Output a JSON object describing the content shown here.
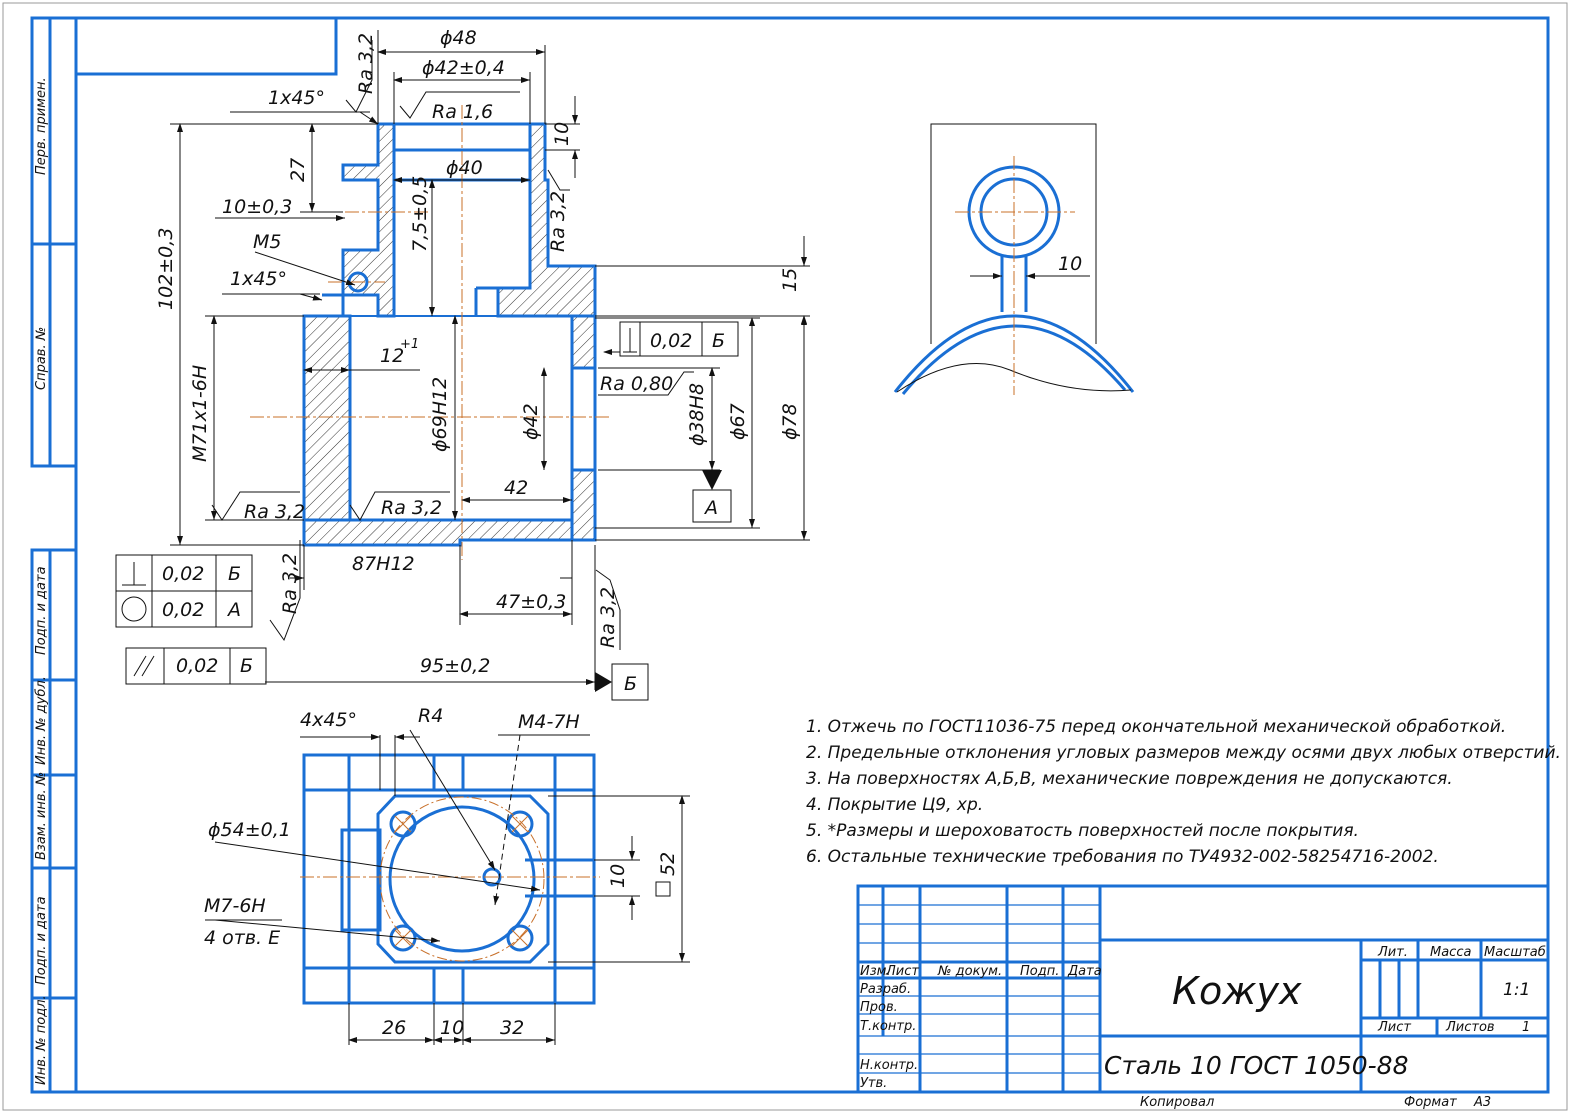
{
  "colors": {
    "outline": "#1a6fd4",
    "ink": "#111111",
    "axis": "#c8702a",
    "hatch": "#333333"
  },
  "side_stamp": [
    "Перв. примен.",
    "Справ. №",
    "Подп. и дата",
    "Инв. № дубл.",
    "Взам. инв. №",
    "Подп. и дата",
    "Инв. № подл."
  ],
  "dims": {
    "d48": "ϕ48",
    "d42tol": "ϕ42±0,4",
    "ra16": "Ra 1,6",
    "ra32_top": "Ra 3,2",
    "ch1": "1x45°",
    "d27": "27",
    "d10top": "10",
    "d40": "ϕ40",
    "ra32_r": "Ra 3,2",
    "d10tol": "10±0,3",
    "d75": "7,5±0,5",
    "m5": "M5",
    "ch2": "1x45°",
    "d102": "102±0,3",
    "d15": "15",
    "d12": "12",
    "d12sup": "+1",
    "tol_a": "0,02",
    "tol_a_b": "Б",
    "ra080": "Ra 0,80",
    "m71": "M71x1-6H",
    "d69": "ϕ69H12",
    "d42": "ϕ42",
    "d38": "ϕ38H8",
    "d67": "ϕ67",
    "d78": "ϕ78",
    "d42h": "42",
    "base_a": "A",
    "ra32_bl": "Ra 3,2",
    "ra32_bm": "Ra 3,2",
    "d87": "87H12",
    "tol1_v": "0,02",
    "tol1_b": "Б",
    "tol2_v": "0,02",
    "tol2_b": "A",
    "ra32_v": "Ra 3,2",
    "d47": "47±0,3",
    "ra32_v2": "Ra 3,2",
    "tol3_v": "0,02",
    "tol3_b": "Б",
    "d95": "95±0,2",
    "base_b": "Б",
    "d10side": "10",
    "ch3": "4x45°",
    "r4": "R4",
    "m4": "M4-7H",
    "d54": "ϕ54±0,1",
    "m7": "M7-6H",
    "m7b": "4 отв. E",
    "d10v": "10",
    "sq52": "52",
    "d26": "26",
    "d10b": "10",
    "d32": "32"
  },
  "notes": [
    "1. Отжечь по ГОСТ11036-75 перед окончательной механической обработкой.",
    "2. Предельные отклонения угловых размеров между осями двух любых отверстий.",
    "3. На поверхностях А,Б,В, механические повреждения не допускаются.",
    "4. Покрытие Ц9, хр.",
    "5. *Размеры и шероховатость поверхностей после покрытия.",
    "6. Остальные технические требования по ТУ4932-002-58254716-2002."
  ],
  "title_block": {
    "name": "Кожух",
    "material": "Сталь 10 ГОСТ 1050-88",
    "h_izm": "Изм.",
    "h_list": "Лист",
    "h_doc": "№ докум.",
    "h_podp": "Подп.",
    "h_data": "Дата",
    "r_razrab": "Разраб.",
    "r_prov": "Пров.",
    "r_tkontr": "Т.контр.",
    "r_nkontr": "Н.контр.",
    "r_utv": "Утв.",
    "lit": "Лит.",
    "massa": "Масса",
    "masshtab": "Масштаб",
    "scale": "1:1",
    "list": "Лист",
    "listov": "Листов",
    "listov_val": "1",
    "kopiroval": "Копировал",
    "format": "Формат",
    "format_val": "А3"
  }
}
